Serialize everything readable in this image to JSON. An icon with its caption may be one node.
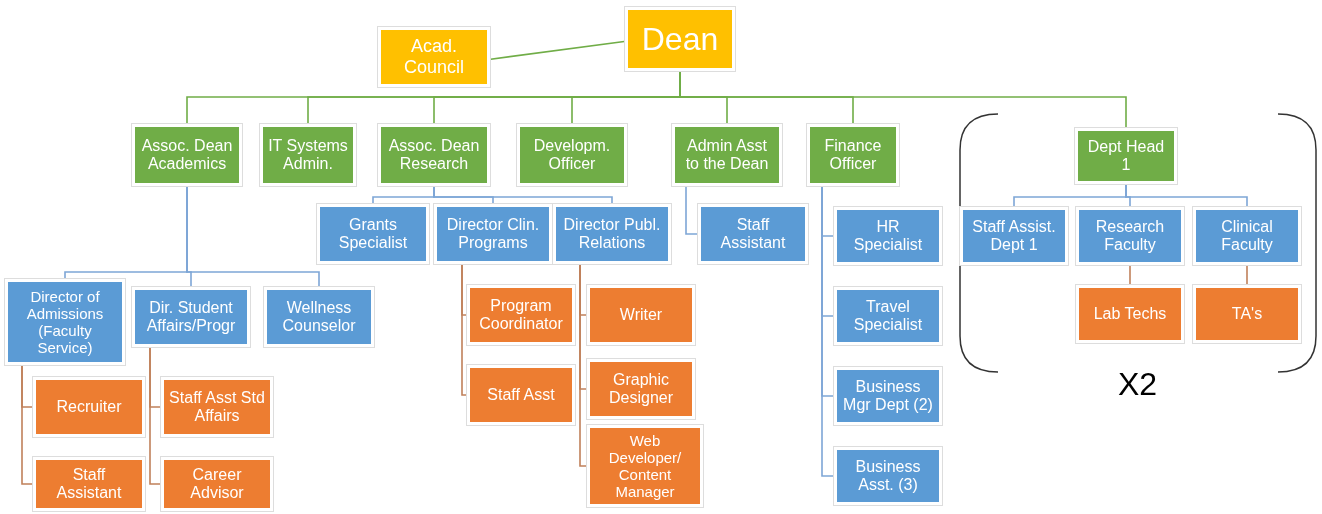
{
  "diagram": {
    "nodes": [
      {
        "text": [
          "Dean"
        ]
      },
      {
        "text": [
          "Acad. Council"
        ]
      },
      {
        "text": [
          "Assoc. Dean Academics"
        ]
      },
      {
        "text": [
          "IT Systems Admin."
        ]
      },
      {
        "text": [
          "Assoc. Dean Research"
        ]
      },
      {
        "text": [
          "Developm. Officer"
        ]
      },
      {
        "text": [
          "Admin Asst to the Dean"
        ]
      },
      {
        "text": [
          "Finance Officer"
        ]
      },
      {
        "text": [
          "Dept Head 1"
        ]
      },
      {
        "text": [
          "Director of Admissions (Faculty Service)"
        ]
      },
      {
        "text": [
          "Dir. Student Affairs/Progr"
        ]
      },
      {
        "text": [
          "Wellness Counselor"
        ]
      },
      {
        "text": [
          "Grants Specialist"
        ]
      },
      {
        "text": [
          "Director Clin. Programs"
        ]
      },
      {
        "text": [
          "Director Publ. Relations"
        ]
      },
      {
        "text": [
          "Staff Assistant"
        ]
      },
      {
        "text": [
          "HR Specialist"
        ]
      },
      {
        "text": [
          "Travel Specialist"
        ]
      },
      {
        "text": [
          "Business Mgr Dept (2)"
        ]
      },
      {
        "text": [
          "Business Asst. (3)"
        ]
      },
      {
        "text": [
          "Staff Assist. Dept 1"
        ]
      },
      {
        "text": [
          "Research Faculty"
        ]
      },
      {
        "text": [
          "Clinical Faculty"
        ]
      },
      {
        "text": [
          "Lab Techs"
        ]
      },
      {
        "text": [
          "TA's"
        ]
      },
      {
        "text": [
          "Recruiter"
        ]
      },
      {
        "text": [
          "Staff Assistant"
        ]
      },
      {
        "text": [
          "Staff Asst Std Affairs"
        ]
      },
      {
        "text": [
          "Career Advisor"
        ]
      },
      {
        "text": [
          "Program Coordinator"
        ]
      },
      {
        "text": [
          "Staff Asst"
        ]
      },
      {
        "text": [
          "Writer"
        ]
      },
      {
        "text": [
          "Graphic Designer"
        ]
      },
      {
        "text": [
          "Web Developer/ Content Manager"
        ]
      }
    ],
    "edges": [
      {
        "from": 0,
        "to": 1,
        "arrow": "none",
        "color": "#70ad47"
      },
      {
        "from": 0,
        "to": 2,
        "arrow": "none",
        "color": "#70ad47"
      },
      {
        "from": 0,
        "to": 3,
        "arrow": "none",
        "color": "#70ad47"
      },
      {
        "from": 0,
        "to": 4,
        "arrow": "none",
        "color": "#70ad47"
      },
      {
        "from": 0,
        "to": 5,
        "arrow": "none",
        "color": "#70ad47"
      },
      {
        "from": 0,
        "to": 6,
        "arrow": "none",
        "color": "#70ad47"
      },
      {
        "from": 0,
        "to": 7,
        "arrow": "none",
        "color": "#70ad47"
      },
      {
        "from": 0,
        "to": 8,
        "arrow": "none",
        "color": "#70ad47"
      },
      {
        "from": 2,
        "to": 9,
        "arrow": "none"
      },
      {
        "from": 2,
        "to": 10,
        "arrow": "none"
      },
      {
        "from": 2,
        "to": 11,
        "arrow": "none"
      },
      {
        "from": 4,
        "to": 12,
        "arrow": "none"
      },
      {
        "from": 4,
        "to": 13,
        "arrow": "none"
      },
      {
        "from": 4,
        "to": 14,
        "arrow": "none"
      },
      {
        "from": 6,
        "to": 15,
        "arrow": "none"
      },
      {
        "from": 7,
        "to": 16,
        "arrow": "none"
      },
      {
        "from": 7,
        "to": 17,
        "arrow": "none"
      },
      {
        "from": 7,
        "to": 18,
        "arrow": "none"
      },
      {
        "from": 7,
        "to": 19,
        "arrow": "none"
      },
      {
        "from": 8,
        "to": 20,
        "arrow": "none"
      },
      {
        "from": 8,
        "to": 21,
        "arrow": "none"
      },
      {
        "from": 8,
        "to": 22,
        "arrow": "none"
      },
      {
        "from": 21,
        "to": 23,
        "arrow": "none",
        "color": "#c0805a"
      },
      {
        "from": 22,
        "to": 24,
        "arrow": "none",
        "color": "#c0805a"
      },
      {
        "from": 9,
        "to": 25,
        "arrow": "none",
        "color": "#c0805a"
      },
      {
        "from": 9,
        "to": 26,
        "arrow": "none",
        "color": "#c0805a"
      },
      {
        "from": 10,
        "to": 27,
        "arrow": "none",
        "color": "#c0805a"
      },
      {
        "from": 10,
        "to": 28,
        "arrow": "none",
        "color": "#c0805a"
      },
      {
        "from": 13,
        "to": 29,
        "arrow": "none",
        "color": "#c0805a"
      },
      {
        "from": 13,
        "to": 30,
        "arrow": "none",
        "color": "#c0805a"
      },
      {
        "from": 14,
        "to": 31,
        "arrow": "none",
        "color": "#c0805a"
      },
      {
        "from": 14,
        "to": 32,
        "arrow": "none",
        "color": "#c0805a"
      },
      {
        "from": 14,
        "to": 33,
        "arrow": "none",
        "color": "#c0805a"
      }
    ],
    "labels": [
      "X2"
    ]
  }
}
